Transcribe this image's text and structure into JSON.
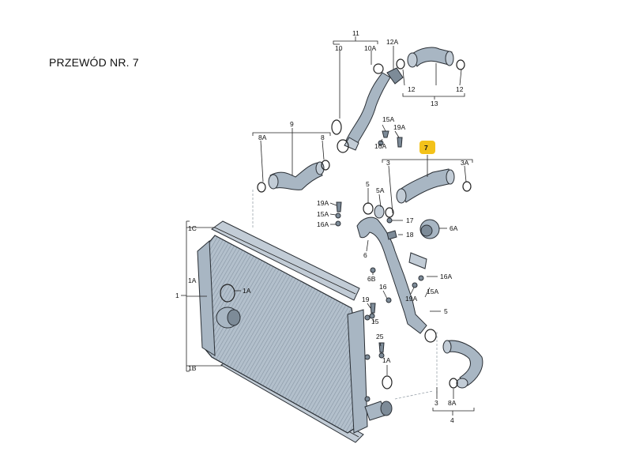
{
  "title": "PRZEWÓD NR. 7",
  "highlight": {
    "label": "7",
    "color": "#f3c21a"
  },
  "colors": {
    "part_fill": "#a8b6c3",
    "outline": "#2a2f35",
    "leader": "#222222"
  },
  "labels": {
    "l11": "11",
    "l10": "10",
    "l10A": "10A",
    "l12A": "12A",
    "l12a": "12",
    "l12b": "12",
    "l13": "13",
    "l9": "9",
    "l8A_top": "8A",
    "l8_top": "8",
    "l15A_top": "15A",
    "l19A_top": "19A",
    "l16A_top": "16A",
    "l3_top": "3",
    "l3A": "3A",
    "l5": "5",
    "l5A": "5A",
    "l19A_mid": "19A",
    "l15A_mid": "15A",
    "l16A_mid": "16A",
    "l17": "17",
    "l18": "18",
    "l6A": "6A",
    "l6": "6",
    "l6B": "6B",
    "l16A_right": "16A",
    "l16": "16",
    "l19": "19",
    "l19A_low": "19A",
    "l15": "15",
    "l5_low": "5",
    "l25": "25",
    "l1C": "1C",
    "l1": "1",
    "l1A_left": "1A",
    "l1A_inner": "1A",
    "l1B": "1B",
    "l1A_low": "1A",
    "l3_bottom": "3",
    "l8A_bottom": "8A",
    "l4": "4"
  }
}
